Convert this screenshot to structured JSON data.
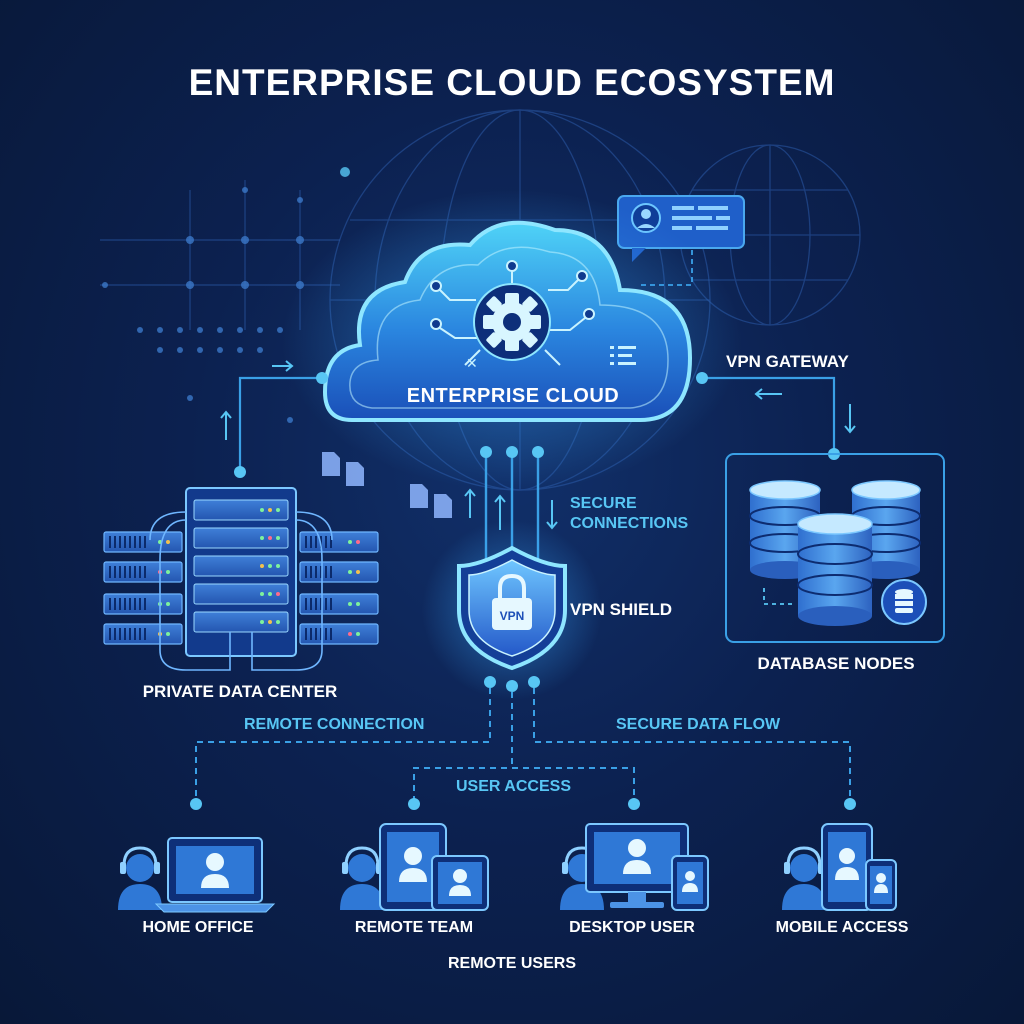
{
  "title": "ENTERPRISE CLOUD ECOSYSTEM",
  "nodes": {
    "cloud": "ENTERPRISE CLOUD",
    "vpn_gateway": "VPN GATEWAY",
    "secure_connections": [
      "SECURE",
      "CONNECTIONS"
    ],
    "vpn_shield": "VPN SHIELD",
    "vpn_badge": "VPN",
    "data_center": "PRIVATE DATA CENTER",
    "database_nodes": "DATABASE NODES"
  },
  "flows": {
    "remote_connection": "REMOTE CONNECTION",
    "secure_data_flow": "SECURE DATA FLOW",
    "user_access": "USER ACCESS"
  },
  "users": [
    {
      "label": "HOME OFFICE",
      "device": "laptop"
    },
    {
      "label": "REMOTE TEAM",
      "device": "tablet"
    },
    {
      "label": "DESKTOP USER",
      "device": "desktop"
    },
    {
      "label": "MOBILE ACCESS",
      "device": "phone"
    }
  ],
  "footer": "REMOTE USERS",
  "colors": {
    "background": "#0c2150",
    "accent": "#58c6f4",
    "device": "#2f78d6",
    "line": "#3aa0e6"
  }
}
